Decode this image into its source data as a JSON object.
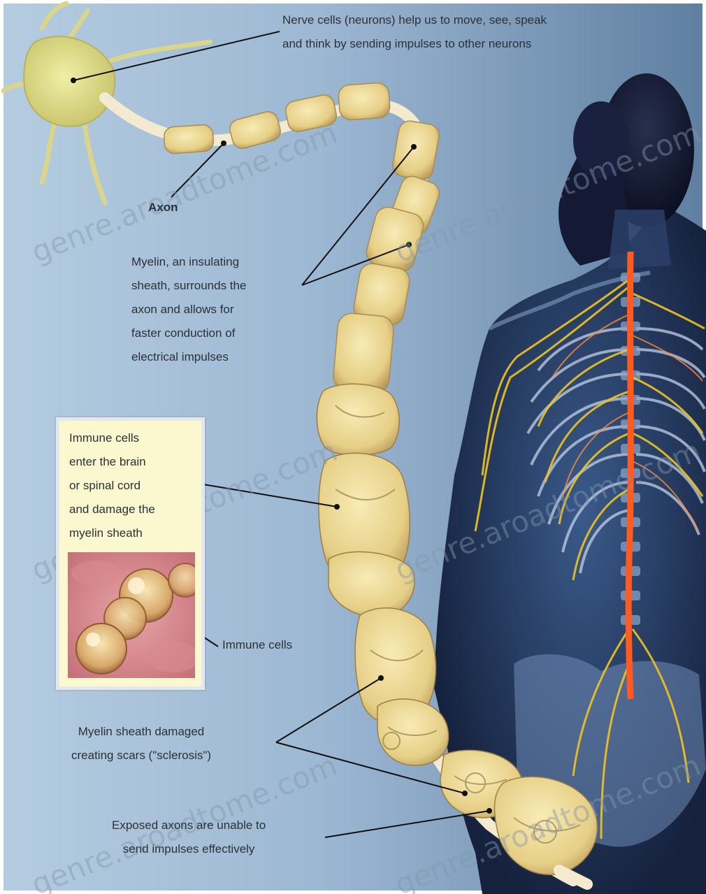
{
  "labels": {
    "nerve_cells": [
      "Nerve cells (neurons) help us to move, see, speak",
      "and think by sending impulses to other neurons"
    ],
    "axon": "Axon",
    "myelin": [
      "Myelin, an insulating",
      "sheath, surrounds the",
      "axon and allows for",
      "faster conduction of",
      "electrical impulses"
    ],
    "immune_box": [
      "Immune cells",
      "enter the brain",
      "or spinal cord",
      "and damage the",
      "myelin sheath"
    ],
    "immune_cells": "Immune cells",
    "sclerosis": [
      "Myelin sheath damaged",
      "creating scars (\"sclerosis\")"
    ],
    "exposed_axons": [
      "Exposed axons are unable to",
      "send impulses effectively"
    ]
  },
  "watermark": "genre.aroadtome.com",
  "colors": {
    "background_left": "#a7bfd6",
    "background_right": "#5f7fa1",
    "myelin": "#e8d28e",
    "nerve_cell": "#d8d77a",
    "spinal_cord": "#ff5a1f",
    "nerves": "#f0c420",
    "figure_shadow": "#1f2c4a",
    "inset_bg": "#fbf8cf"
  }
}
